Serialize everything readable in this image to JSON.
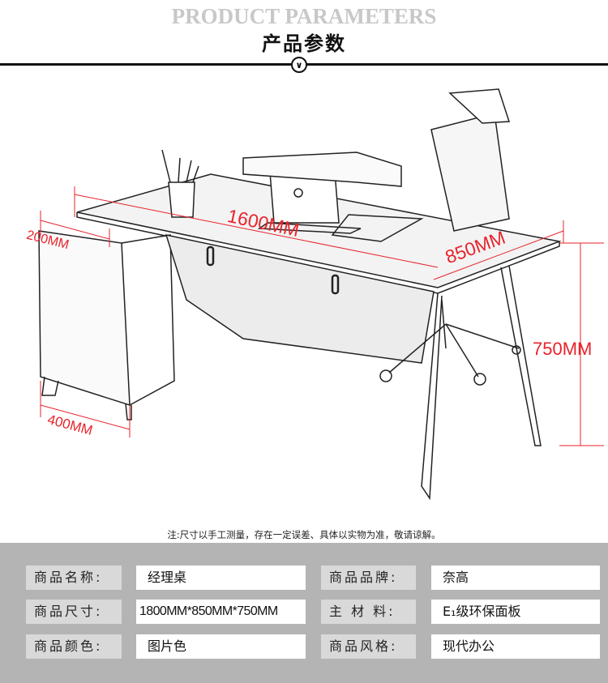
{
  "header": {
    "title_en": "PRODUCT PARAMETERS",
    "title_cn": "产品参数",
    "chevron_icon": "chevron-down-circle-icon"
  },
  "dimensions": {
    "length": "1600MM",
    "depth_side": "200MM",
    "depth": "850MM",
    "side_width": "400MM",
    "height": "750MM",
    "color": "#e8232b"
  },
  "note": "注:尺寸以手工测量，存在一定误差、具体以实物为准，敬请谅解。",
  "specs": [
    {
      "label": "商品名称:",
      "value": "经理桌"
    },
    {
      "label": "商品品牌:",
      "value": "奈高"
    },
    {
      "label": "商品尺寸:",
      "value": "1800MM*850MM*750MM"
    },
    {
      "label": "主 材 料:",
      "value": "E₁级环保面板"
    },
    {
      "label": "商品颜色:",
      "value": "图片色"
    },
    {
      "label": "商品风格:",
      "value": "现代办公"
    }
  ]
}
